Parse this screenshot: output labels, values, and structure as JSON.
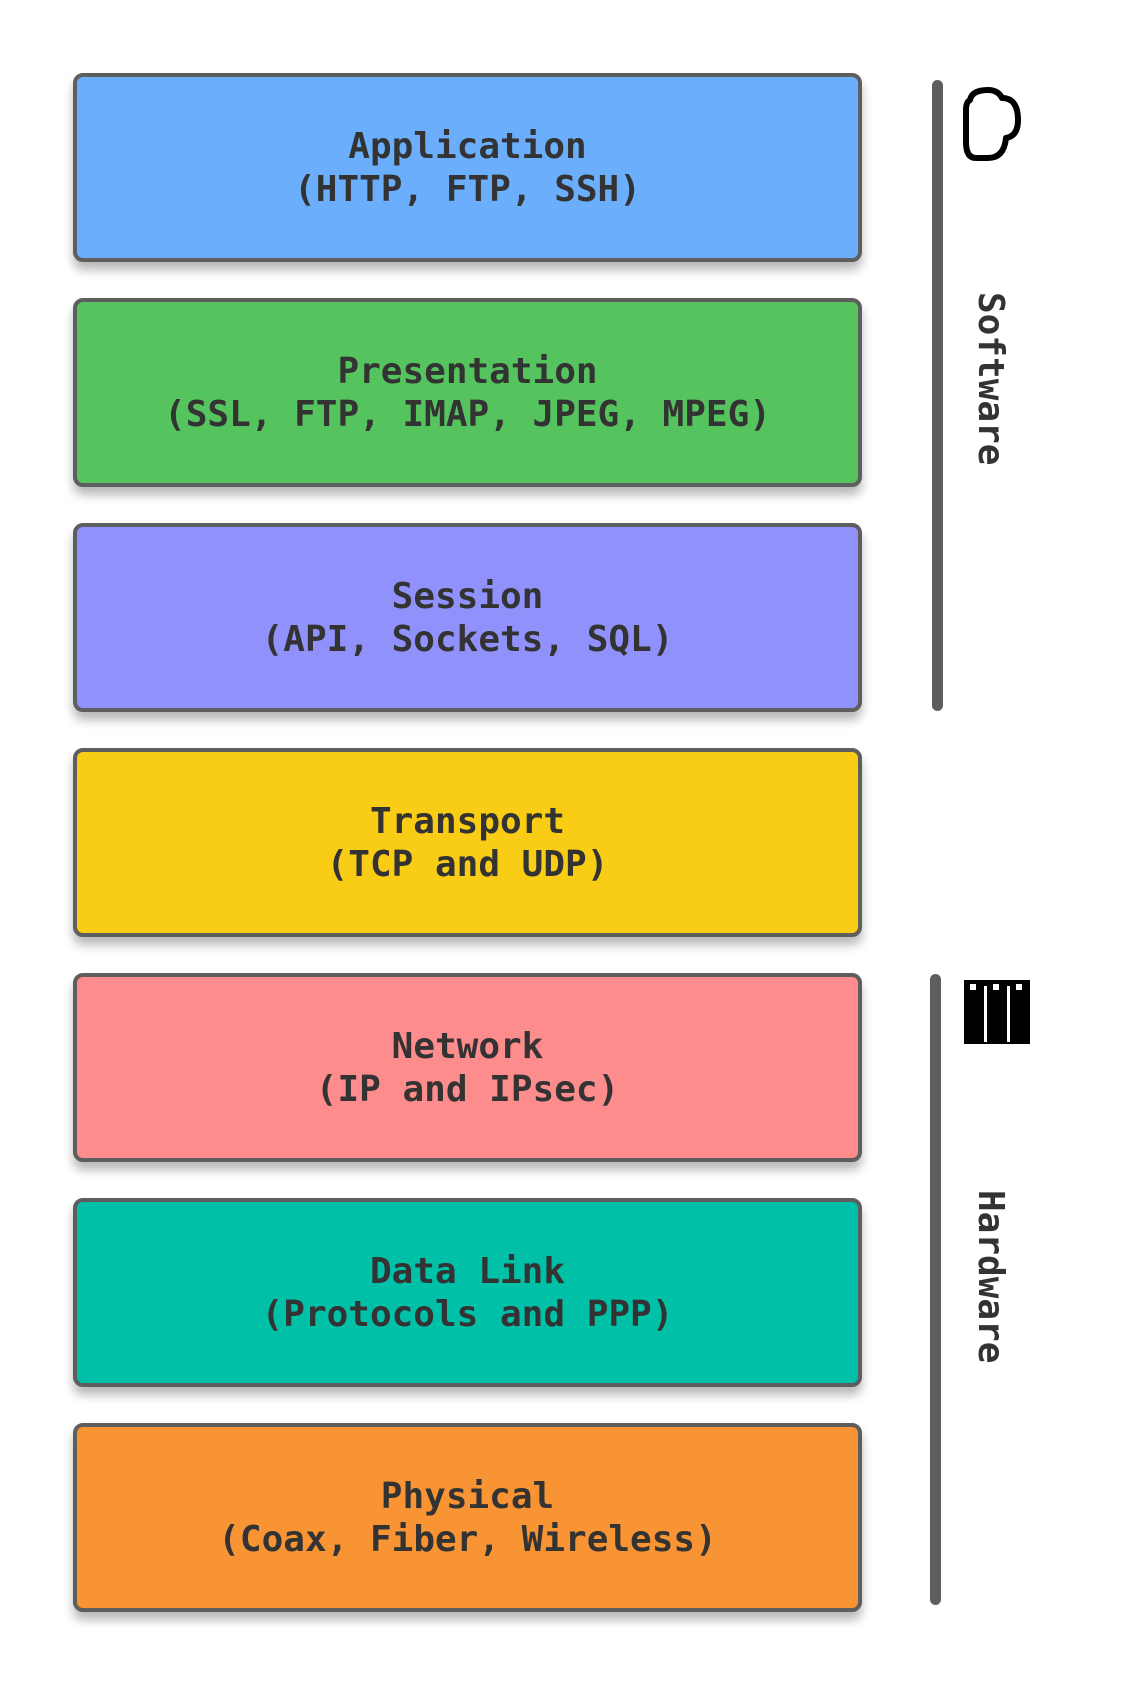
{
  "layers": [
    {
      "name": "Application",
      "protocols": "(HTTP, FTP, SSH)",
      "color": "#6aaefc"
    },
    {
      "name": "Presentation",
      "protocols": "(SSL, FTP, IMAP, JPEG, MPEG)",
      "color": "#55c45e"
    },
    {
      "name": "Session",
      "protocols": "(API, Sockets, SQL)",
      "color": "#9191fc"
    },
    {
      "name": "Transport",
      "protocols": "(TCP and UDP)",
      "color": "#f9cd16"
    },
    {
      "name": "Network",
      "protocols": "(IP and IPsec)",
      "color": "#fd8c8c"
    },
    {
      "name": "Data Link",
      "protocols": "(Protocols and PPP)",
      "color": "#00c0a7"
    },
    {
      "name": "Physical",
      "protocols": "(Coax, Fiber, Wireless)",
      "color": "#f99434"
    }
  ],
  "groups": {
    "software": {
      "label": "Software",
      "icon": "cloud-icon"
    },
    "hardware": {
      "label": "Hardware",
      "icon": "memory-chip-icon"
    }
  }
}
